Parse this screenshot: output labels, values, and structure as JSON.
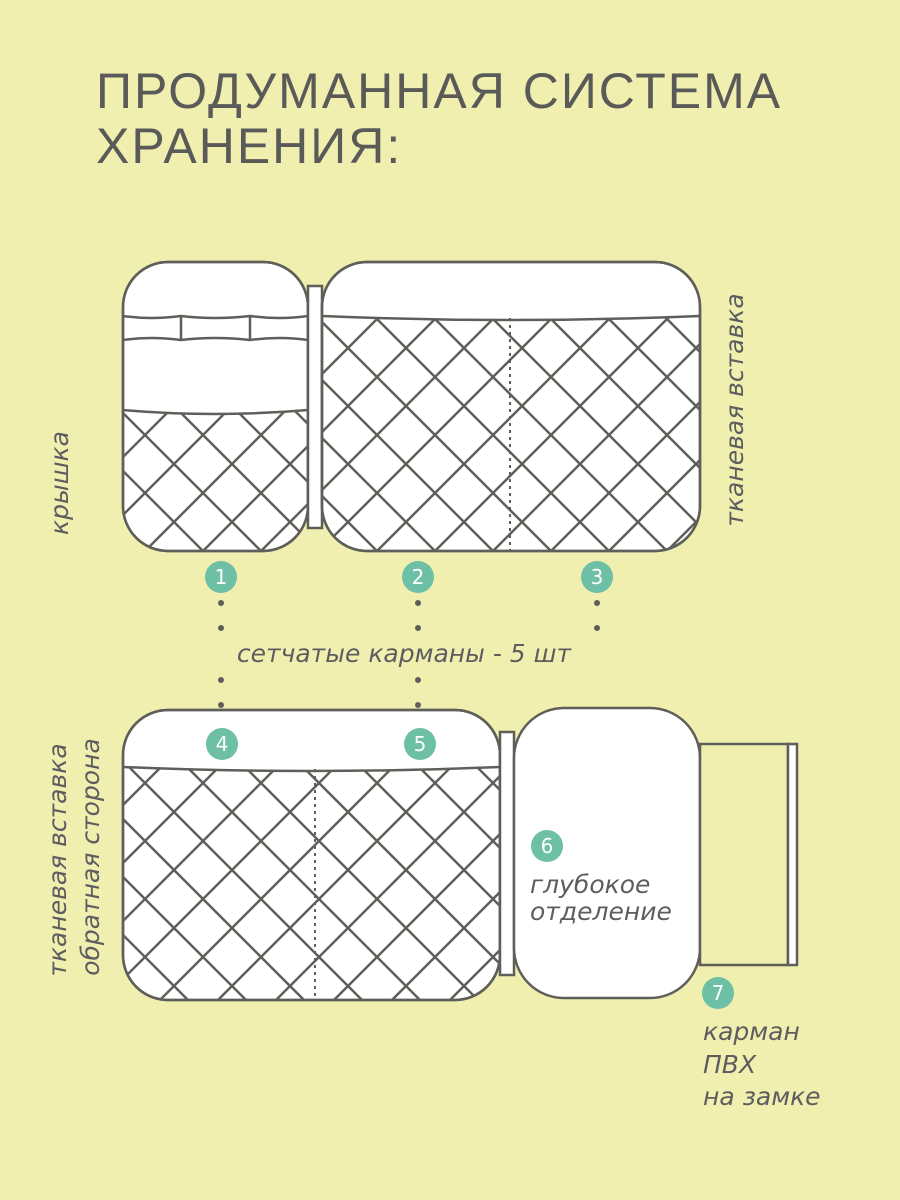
{
  "title": {
    "line1": "ПРОДУМАННАЯ СИСТЕМА",
    "line2": "ХРАНЕНИЯ:"
  },
  "labels": {
    "lid": "крышка",
    "fabric_insert": "тканевая вставка",
    "mesh_pockets": "сетчатые карманы - 5 шт",
    "fabric_insert_back_1": "тканевая вставка",
    "fabric_insert_back_2": "обратная сторона",
    "deep_compartment_1": "глубокое",
    "deep_compartment_2": "отделение",
    "pvc_pocket_1": "карман",
    "pvc_pocket_2": "ПВХ",
    "pvc_pocket_3": "на замке"
  },
  "badges": [
    "1",
    "2",
    "3",
    "4",
    "5",
    "6",
    "7"
  ],
  "colors": {
    "background": "#f0efb0",
    "accent": "#6dbfa6",
    "outline": "#5f5f5a",
    "text": "#5a5a58"
  }
}
